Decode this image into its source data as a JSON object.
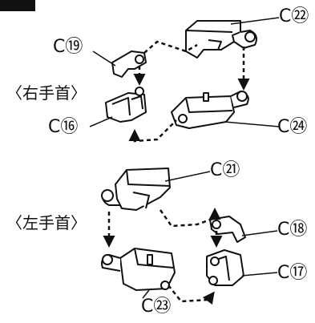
{
  "groups": {
    "right": {
      "title": "〈右手首〉"
    },
    "left": {
      "title": "〈左手首〉"
    }
  },
  "parts": {
    "c19": "C⑲",
    "c22": "C㉒",
    "c16": "C⑯",
    "c24": "C㉔",
    "c21": "C㉑",
    "c18": "C⑱",
    "c17": "C⑰",
    "c23": "C㉓"
  }
}
